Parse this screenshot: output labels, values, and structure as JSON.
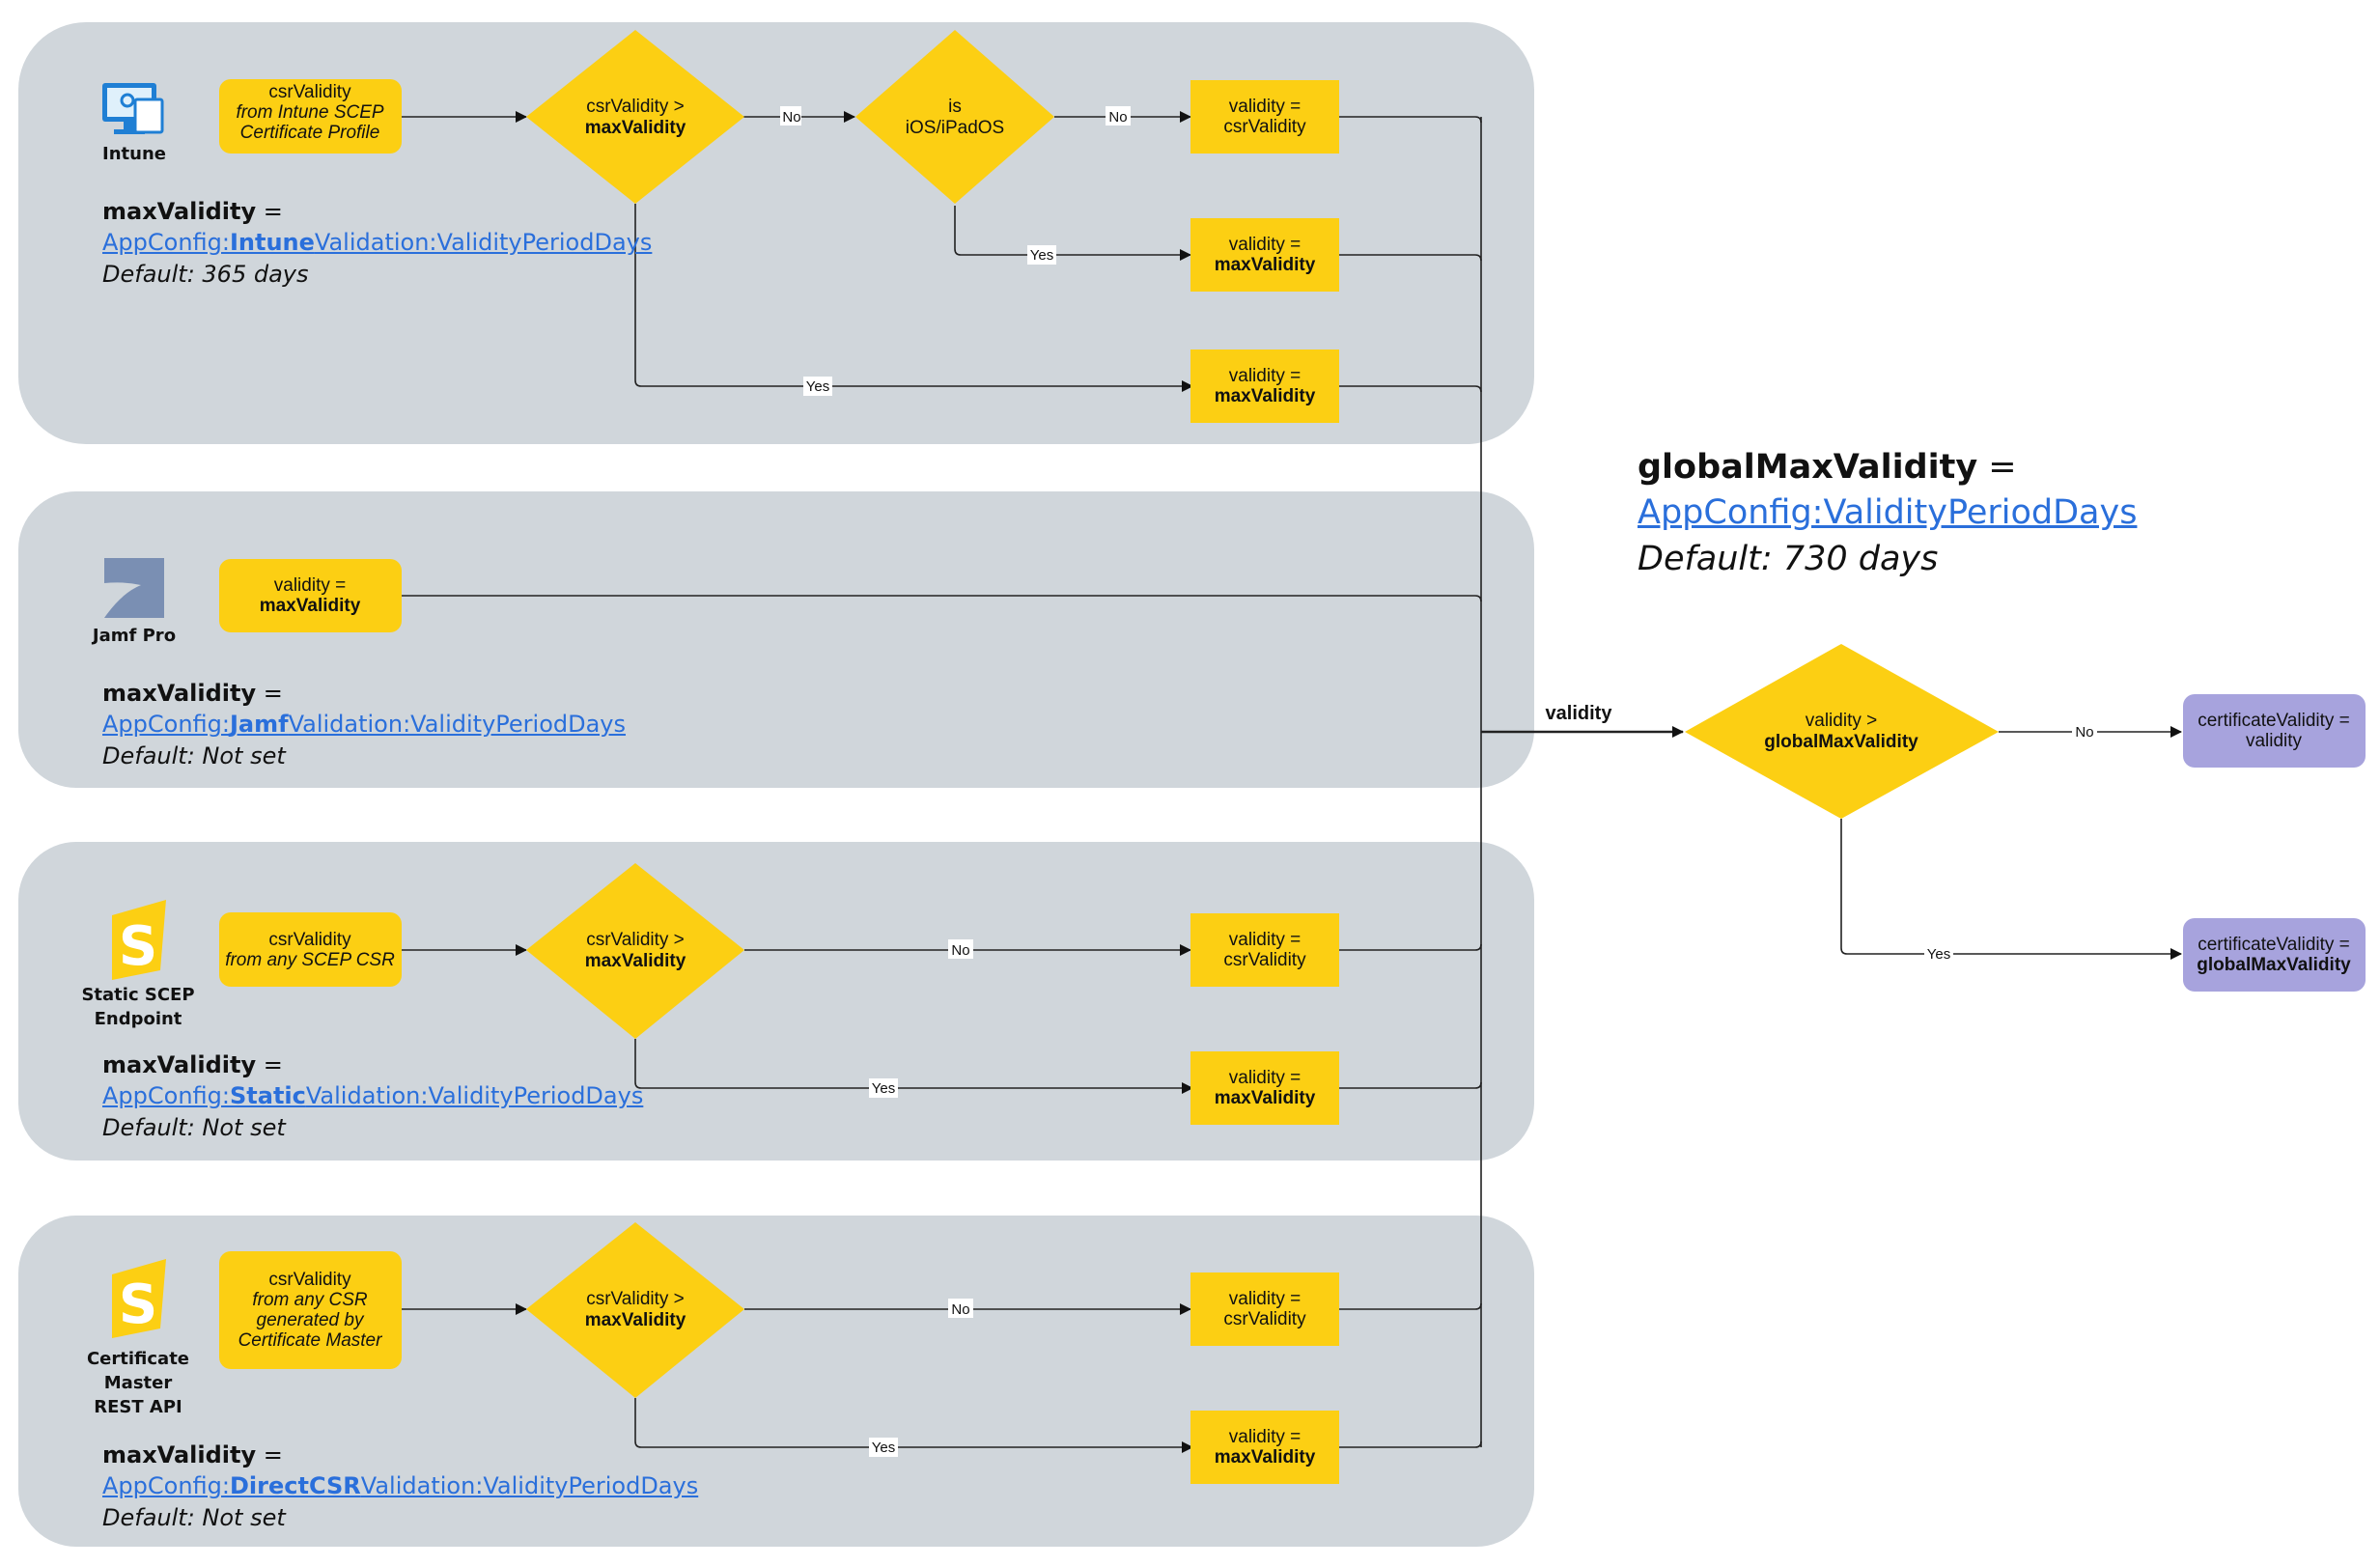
{
  "colors": {
    "panel": "#d0d6db",
    "decision": "#fccf13",
    "result": "#a7a3dd",
    "link": "#2a6fdb",
    "line": "#222222"
  },
  "edge_labels": {
    "no": "No",
    "yes": "Yes",
    "validity": "validity"
  },
  "intune": {
    "provider": "Intune",
    "icon": "intune-monitor-icon",
    "input": [
      "csrValidity",
      "from Intune SCEP",
      "Certificate Profile"
    ],
    "decision": [
      "csrValidity >",
      "maxValidity"
    ],
    "decision2": [
      "is",
      "iOS/iPadOS"
    ],
    "out_csr": [
      "validity =",
      "csrValidity"
    ],
    "out_max_ios": [
      "validity =",
      "maxValidity"
    ],
    "out_max": [
      "validity =",
      "maxValidity"
    ],
    "config": {
      "key": "maxValidity",
      "eq": " =",
      "link_prefix": "AppConfig:",
      "link_bold": "Intune",
      "link_suffix": "Validation:ValidityPeriodDays",
      "default": "Default: 365 days"
    }
  },
  "jamf": {
    "provider": "Jamf Pro",
    "icon": "jamf-logo-icon",
    "output": [
      "validity =",
      "maxValidity"
    ],
    "config": {
      "key": "maxValidity",
      "eq": " =",
      "link_prefix": "AppConfig:",
      "link_bold": "Jamf",
      "link_suffix": "Validation:ValidityPeriodDays",
      "default": "Default: Not set"
    }
  },
  "static": {
    "provider": [
      "Static SCEP",
      "Endpoint"
    ],
    "icon": "static-scep-logo-icon",
    "input": [
      "csrValidity",
      "from any SCEP CSR"
    ],
    "decision": [
      "csrValidity >",
      "maxValidity"
    ],
    "out_csr": [
      "validity =",
      "csrValidity"
    ],
    "out_max": [
      "validity =",
      "maxValidity"
    ],
    "config": {
      "key": "maxValidity",
      "eq": " =",
      "link_prefix": "AppConfig:",
      "link_bold": "Static",
      "link_suffix": "Validation:ValidityPeriodDays",
      "default": "Default: Not set"
    }
  },
  "direct": {
    "provider": [
      "Certificate",
      "Master",
      "REST API"
    ],
    "icon": "certificate-master-logo-icon",
    "input": [
      "csrValidity",
      "from any CSR",
      "generated by",
      "Certificate Master"
    ],
    "decision": [
      "csrValidity >",
      "maxValidity"
    ],
    "out_csr": [
      "validity =",
      "csrValidity"
    ],
    "out_max": [
      "validity =",
      "maxValidity"
    ],
    "config": {
      "key": "maxValidity",
      "eq": " =",
      "link_prefix": "AppConfig:",
      "link_bold": "DirectCSR",
      "link_suffix": "Validation:ValidityPeriodDays",
      "default": "Default: Not set"
    }
  },
  "global": {
    "decision": [
      "validity >",
      "globalMaxValidity"
    ],
    "out_no": [
      "certificateValidity =",
      "validity"
    ],
    "out_yes": [
      "certificateValidity =",
      "globalMaxValidity"
    ],
    "config": {
      "key": "globalMaxValidity",
      "eq": " =",
      "link": "AppConfig:ValidityPeriodDays",
      "default": "Default: 730 days"
    }
  }
}
